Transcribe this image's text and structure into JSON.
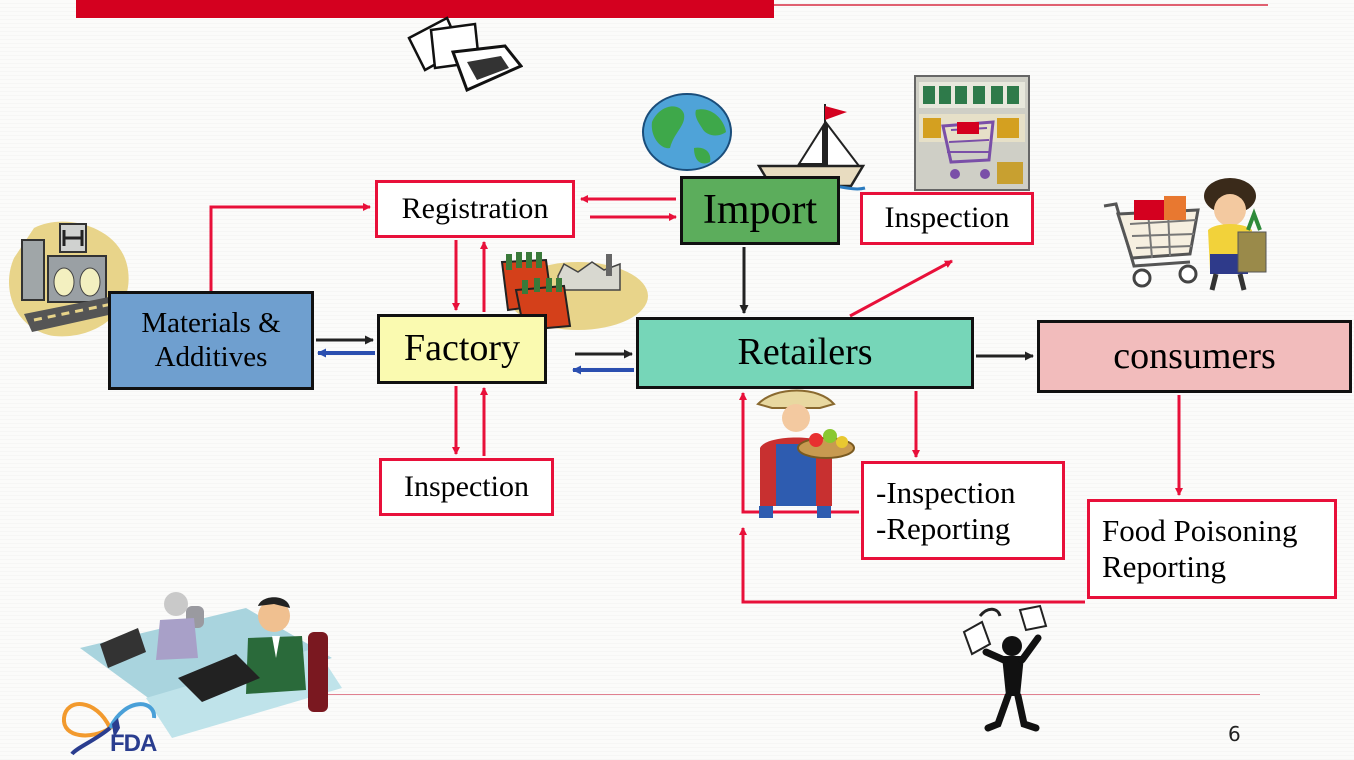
{
  "diagram": {
    "nodes": {
      "materials": [
        "Materials &",
        "Additives"
      ],
      "factory": "Factory",
      "import": "Import",
      "retailers": "Retailers",
      "consumers": "consumers",
      "registration": "Registration",
      "inspection_top": "Inspection",
      "inspection_factory": "Inspection",
      "inspection_reporting": [
        "-Inspection",
        "-Reporting"
      ],
      "food_poisoning": [
        "Food Poisoning",
        "Reporting"
      ]
    },
    "icons": [
      "documents-icon",
      "globe-icon",
      "ship-icon",
      "grocery-shelf-icon",
      "shopper-icon",
      "factory-machinery-icon",
      "bottles-factory-icon",
      "farmer-icon",
      "office-workers-icon",
      "juggler-icon",
      "fda-logo-icon"
    ],
    "colors": {
      "accent_red": "#d4001f",
      "arrow_red": "#e8103a",
      "arrow_blue": "#2b4fb0"
    }
  },
  "footer": {
    "logo_text": "FDA",
    "page_number": "6"
  }
}
